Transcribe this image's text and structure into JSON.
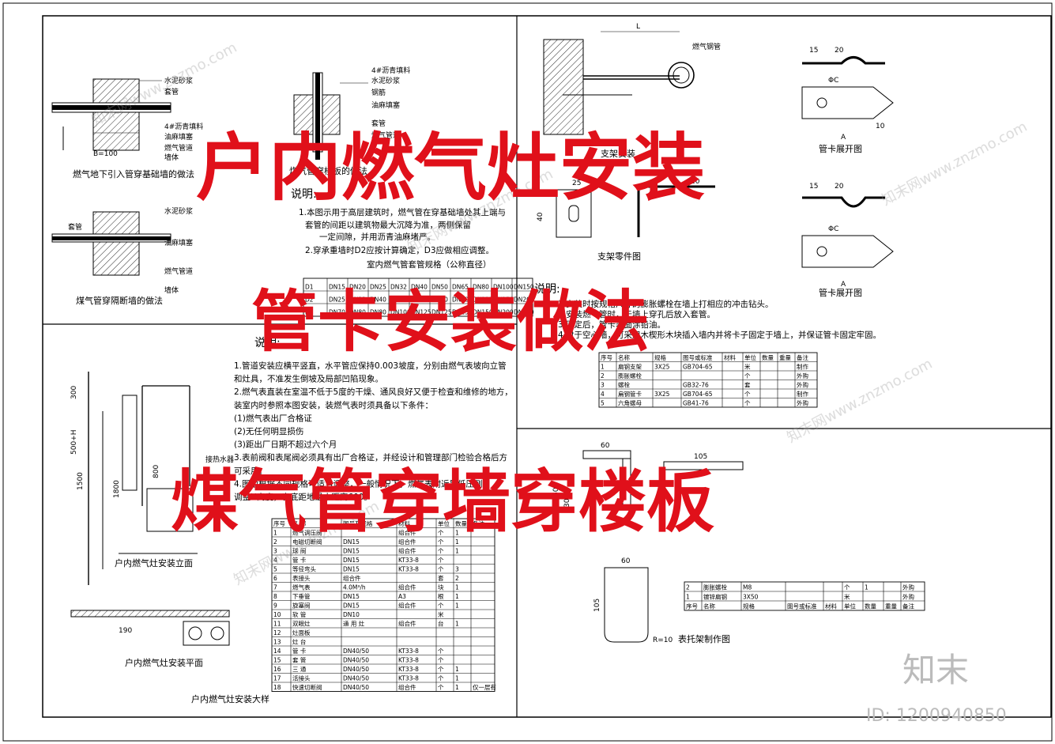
{
  "titles": {
    "line1": "户内燃气灶安装",
    "line2": "管卡安装做法",
    "line3": "煤气管穿墙穿楼板"
  },
  "captions": {
    "c1": "燃气地下引入管穿基础墙的做法",
    "c2": "煤气管穿楼板的做法",
    "c3": "煤气管穿隔断墙的做法",
    "c4": "户内燃气灶安装立面",
    "c5": "户内燃气灶安装平面",
    "c6": "户内燃气灶安装大样",
    "c7": "支架零件图",
    "c8": "管卡展开图",
    "c9": "管卡展开图",
    "c10": "表托架制作图",
    "c11": "支架安装"
  },
  "labels_left": [
    "水泥砂浆",
    "套管",
    "4#沥青填料",
    "油麻填塞",
    "燃气管道",
    "墙体"
  ],
  "labels_mid": [
    "4#沥青填料",
    "水泥砂浆",
    "钢筋",
    "油麻填塞",
    "套管",
    "燃气管道"
  ],
  "labels_lower": [
    "水泥砂浆",
    "油麻填塞",
    "套管",
    "燃气管道",
    "墙体"
  ],
  "label_b": "B=100",
  "note1": {
    "head": "说明:",
    "lines": [
      "1.本图示用于高层建筑时，燃气管在穿基础墙处其上端与",
      "套管的间距以建筑物最大沉降为准，两侧保留",
      "一定间隙，并用沥青油麻堵严。",
      "2.穿承重墙时D2应按计算确定，D3应做相应调整。"
    ],
    "table_title": "室内燃气管套管规格（公称直径）"
  },
  "sleeve_table": {
    "rows": [
      [
        "D1",
        "DN15",
        "DN20",
        "DN25",
        "DN32",
        "DN40",
        "DN50",
        "DN65",
        "DN80",
        "DN100",
        "DN150"
      ],
      [
        "D2",
        "DN25",
        "DN32",
        "DN40",
        "DN50",
        "DN65",
        "DN80",
        "DN100",
        "DN125",
        "DN150",
        "DN200"
      ],
      [
        "D3",
        "DN70",
        "DN80",
        "DN80",
        "DN100",
        "DN125",
        "DN125",
        "DN150",
        "DN150",
        "DN200",
        "DN250"
      ]
    ]
  },
  "note2": {
    "head": "说明:",
    "lines": [
      "1.管道安装应横平竖直，水平管应保持0.003坡度，分别由燃气表坡向立管",
      "  和灶具，不准发生倒坡及局部凹陷现象。",
      "2.燃气表直装在室温不低于5度的干燥、通风良好又便于检查和维修的地方，",
      "  装室内时参照本图安装，装燃气表时须具备以下条件：",
      "  (1)燃气表出厂合格证",
      "  (2)无任何明显损伤",
      "  (3)距出厂日期不超过六个月",
      "3.表前阀和表尾阀必须具有出厂合格证，并经设计和管理部门检验合格后方",
      "  可采用。",
      "4.图中根据不同规格可适当调整，一般情况下，燃气表附近是低压侧，",
      "  调整H高度，表底距地最小距离600。"
    ]
  },
  "note3": {
    "head": "说明:",
    "lines": [
      "1.安装时按规格尺寸的膨胀螺栓在墙上打相应的冲击钻头。",
      "2.安装燃气管时，于墙上穿孔后放入套管。",
      "3.固定后，管卡表面涂铅油。",
      "4.对于空心墙，可采用木楔形木块插入墙内并将卡子固定于墙上，并保证管卡固定牢固。"
    ]
  },
  "parts_table": {
    "header": [
      "序号",
      "名称",
      "规格",
      "图号或标准",
      "材料",
      "单位",
      "数量",
      "重量",
      "备注"
    ],
    "rows": [
      [
        "1",
        "扁钢支架",
        "3X25",
        "GB704-65",
        "",
        "米",
        "",
        "",
        "制作"
      ],
      [
        "2",
        "膨胀螺栓",
        "",
        "",
        "",
        "个",
        "",
        "",
        "外购"
      ],
      [
        "3",
        "螺栓",
        "",
        "GB32-76",
        "",
        "套",
        "",
        "",
        "外购"
      ],
      [
        "4",
        "扁钢管卡",
        "3X25",
        "GB704-65",
        "",
        "个",
        "",
        "",
        "制作"
      ],
      [
        "5",
        "六角螺母",
        "",
        "GB41-76",
        "",
        "个",
        "",
        "",
        "外购"
      ]
    ]
  },
  "material_table": {
    "header": [
      "序号",
      "名 称",
      "图号及规格",
      "材料",
      "单位",
      "数量",
      "备注"
    ],
    "rows": [
      [
        "1",
        "燃气调压阀",
        "",
        "组合件",
        "个",
        "1",
        ""
      ],
      [
        "2",
        "电磁切断阀",
        "DN15",
        "组合件",
        "个",
        "1",
        ""
      ],
      [
        "3",
        "球 阀",
        "DN15",
        "组合件",
        "个",
        "1",
        ""
      ],
      [
        "4",
        "管 卡",
        "DN15",
        "KT33-8",
        "个",
        "",
        ""
      ],
      [
        "5",
        "等径弯头",
        "DN15",
        "KT33-8",
        "个",
        "3",
        ""
      ],
      [
        "6",
        "表接头",
        "组合件",
        "",
        "套",
        "2",
        ""
      ],
      [
        "7",
        "燃气表",
        "4.0M³/h",
        "组合件",
        "块",
        "1",
        ""
      ],
      [
        "8",
        "下垂管",
        "DN15",
        "A3",
        "根",
        "1",
        ""
      ],
      [
        "9",
        "旋塞阀",
        "DN15",
        "组合件",
        "个",
        "1",
        ""
      ],
      [
        "10",
        "软 管",
        "DN10",
        "",
        "米",
        "",
        ""
      ],
      [
        "11",
        "双眼灶",
        "通 用 灶",
        "组合件",
        "台",
        "1",
        ""
      ],
      [
        "12",
        "灶面板",
        "",
        "",
        "",
        "",
        ""
      ],
      [
        "13",
        "灶 台",
        "",
        "",
        "",
        "",
        ""
      ],
      [
        "14",
        "管 卡",
        "DN40/50",
        "KT33-8",
        "个",
        "",
        ""
      ],
      [
        "15",
        "套 管",
        "DN40/50",
        "KT33-8",
        "个",
        "",
        ""
      ],
      [
        "16",
        "三 通",
        "DN40/50",
        "KT33-8",
        "个",
        "1",
        ""
      ],
      [
        "17",
        "活接头",
        "DN40/50",
        "KT33-8",
        "个",
        "1",
        ""
      ],
      [
        "18",
        "快速切断阀",
        "DN40/50",
        "组合件",
        "个",
        "1",
        "仅一层有"
      ]
    ]
  },
  "bracket_table": {
    "rows": [
      [
        "2",
        "膨胀螺栓",
        "M8",
        "",
        "",
        "个",
        "1",
        "",
        "外购"
      ],
      [
        "1",
        "镀锌扁钢",
        "3X50",
        "",
        "",
        "米",
        "",
        "",
        "外购"
      ],
      [
        "序号",
        "名称",
        "规格",
        "图号或标准",
        "材料",
        "单位",
        "数量",
        "重量",
        "备注"
      ]
    ]
  },
  "dims": {
    "d15": "15",
    "d20": "20",
    "d25": "25",
    "d10": "10",
    "d40": "40",
    "d60": "60",
    "d105": "105",
    "d30": "30",
    "d1500": "1500",
    "d1800": "1800",
    "d800": "800",
    "d300": "300",
    "d500H": "500+H",
    "d190": "190",
    "r10": "R=10",
    "phiC": "ΦC",
    "A": "A",
    "L": "L",
    "lbl_pipe": "燃气钢管",
    "lbl_heat": "接热水器"
  },
  "brand": {
    "logo": "知末",
    "id": "ID: 1200940850",
    "watermark": "知末网www.znzmo.com"
  }
}
